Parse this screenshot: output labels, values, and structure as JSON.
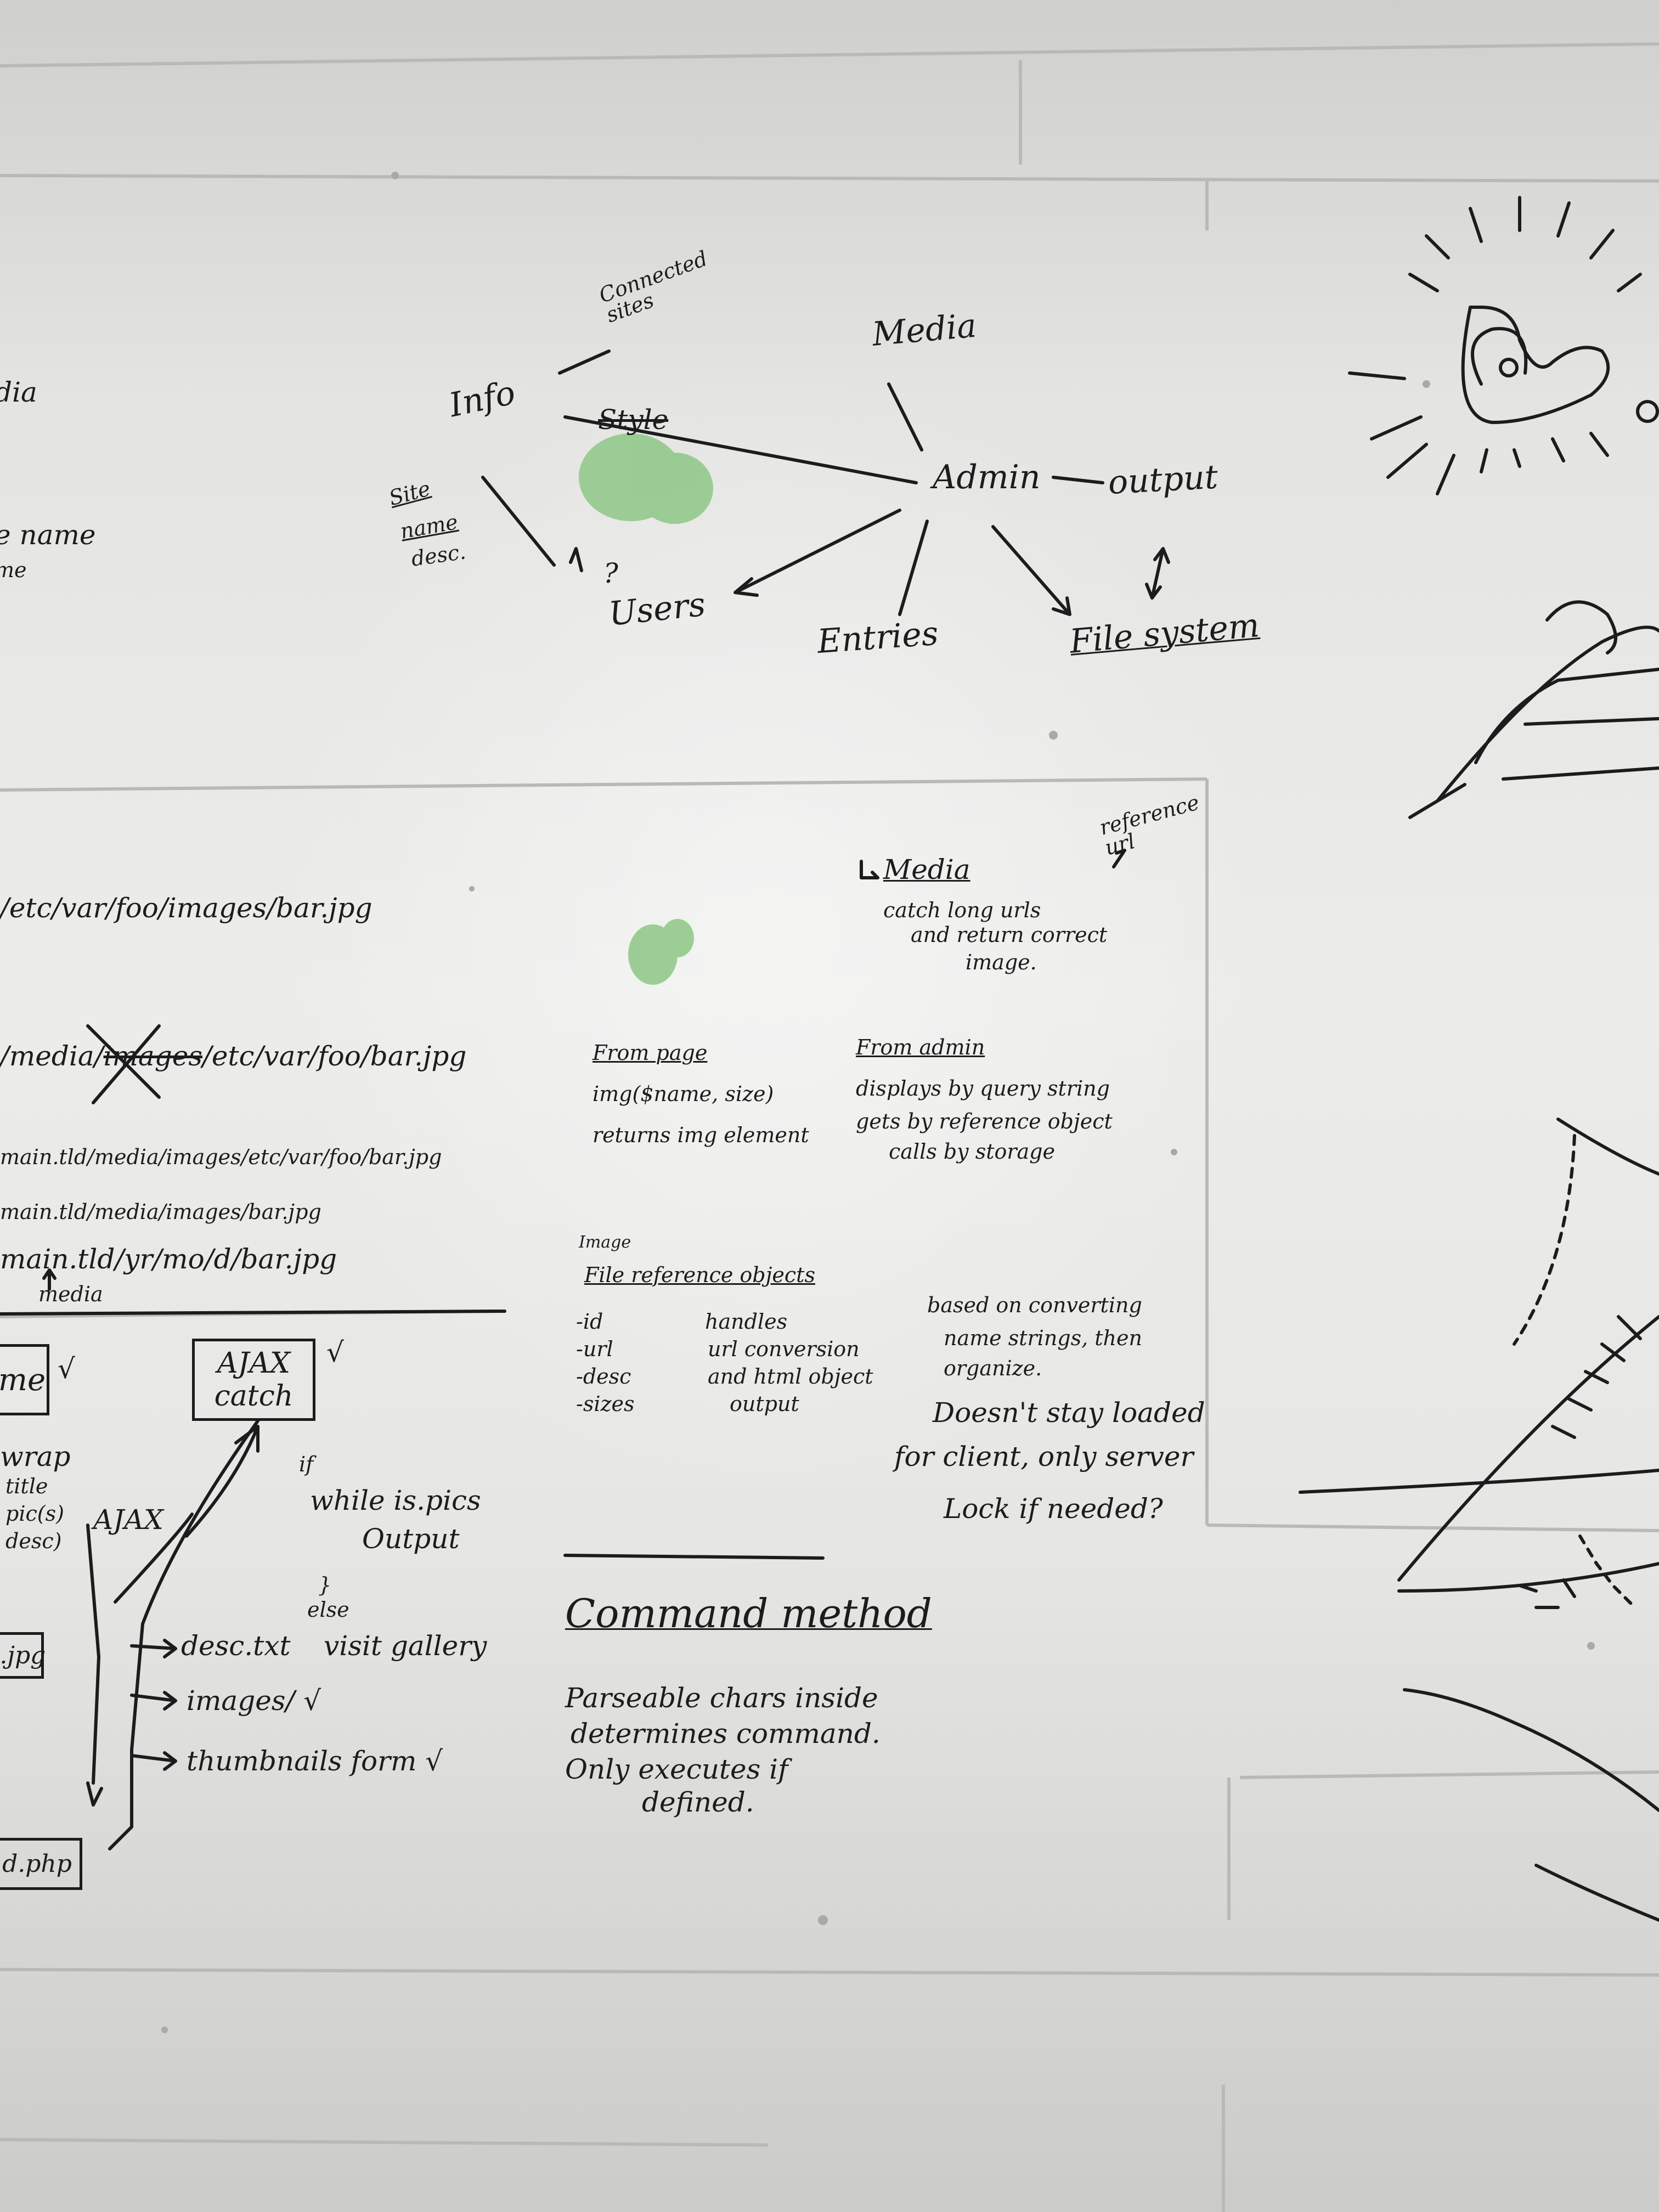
{
  "wall": {
    "top_diagram": {
      "left_edge_fragments": [
        "dia",
        "e name",
        "me"
      ],
      "connected_sites": "Connected sites",
      "media": "Media",
      "info": "Info",
      "struck_word": "Style",
      "admin": "Admin",
      "output": "output",
      "site_label": "Site",
      "name_label": "name",
      "desc_label": "desc.",
      "question_mark": "?",
      "users": "Users",
      "entries": "Entries",
      "file_system": "File system"
    },
    "path_examples": {
      "line1": "/etc/var/foo/images/bar.jpg",
      "line2_prefix": "/media/",
      "line2_struck": "images",
      "line2_suffix": "/etc/var/foo/bar.jpg",
      "line3": "main.tld/media/images/etc/var/foo/bar.jpg",
      "line4": "main.tld/media/images/bar.jpg",
      "line5": "main.tld/yr/mo/d/bar.jpg",
      "line5_annotation": "media"
    },
    "media_notes": {
      "heading": "Media",
      "line1": "catch long urls",
      "line2": "and return correct",
      "line3": "image.",
      "reference_url": "reference url"
    },
    "from_page": {
      "heading": "From page",
      "line1": "img($name, size)",
      "line2": "returns img element"
    },
    "from_admin": {
      "heading": "From admin",
      "line1": "displays by query string",
      "line2": "gets by reference object",
      "line3": "calls by storage"
    },
    "file_reference": {
      "small_label": "Image",
      "heading": "File reference objects",
      "fields": [
        "-id",
        "-url",
        "-desc",
        "-sizes"
      ],
      "handles": [
        "handles",
        "url conversion",
        "and html object",
        "output"
      ]
    },
    "converting_notes": {
      "line1": "based on converting",
      "line2": "name strings, then",
      "line3": "organize.",
      "line4": "Doesn't stay loaded",
      "line5": "for client, only server",
      "line6": "Lock if needed?"
    },
    "lower_left": {
      "partial_box": "me",
      "check": "√",
      "ajax_box_line1": "AJAX",
      "ajax_box_line2": "catch",
      "wrap_notes": [
        "wrap",
        "title",
        "pic(s)",
        "desc)"
      ],
      "ajax_label": "AJAX",
      "if_label": "if",
      "while_label": "while is.pics",
      "output_label": "Output",
      "brace": "}",
      "else_label": "else",
      "visit_gallery": "visit gallery",
      "jpg_box": "t.jpg",
      "desc_txt": "desc.txt",
      "images_dir": "images/ √",
      "thumbnails": "thumbnails form √",
      "php_box": "d.php"
    },
    "command_method": {
      "heading": "Command method",
      "line1": "Parseable chars inside",
      "line2": "determines command.",
      "line3": "Only executes if",
      "line4": "defined."
    }
  }
}
